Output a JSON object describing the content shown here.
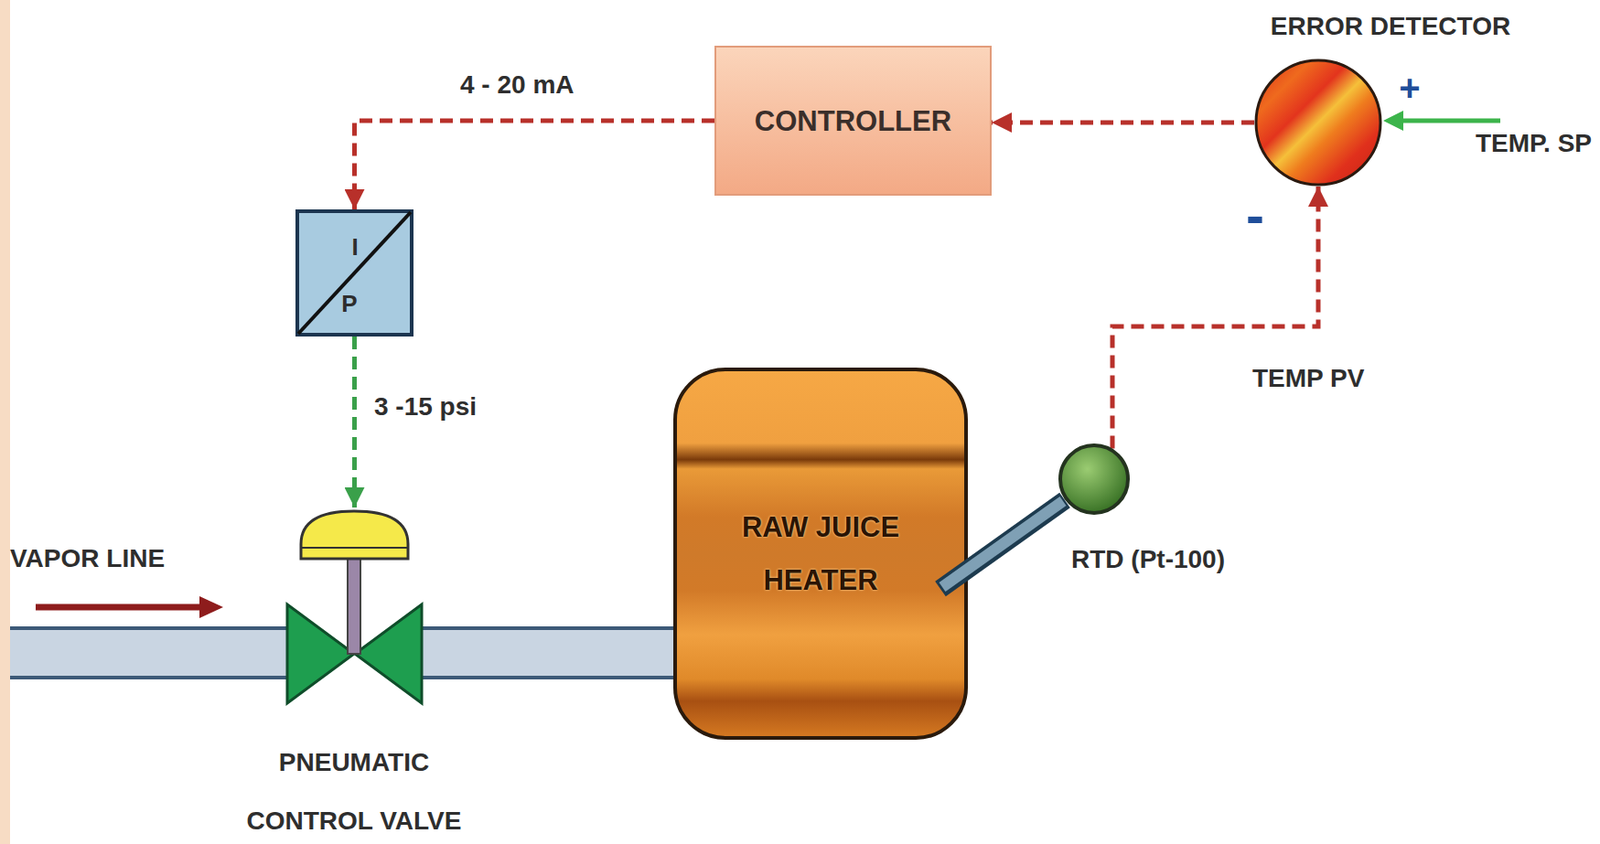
{
  "diagram": {
    "nodes": [
      {
        "text": [
          "ERROR DETECTOR"
        ]
      },
      {
        "text": [
          "CONTROLLER"
        ]
      },
      {
        "text": [
          "I",
          "P"
        ]
      },
      {
        "text": [
          "RAW JUICE HEATER"
        ]
      },
      {
        "text": [
          "RTD (Pt-100)"
        ]
      },
      {
        "text": [
          "PNEUMATIC CONTROL VALVE"
        ]
      }
    ],
    "edges": [
      {
        "from": 0,
        "to": 1,
        "arrow": "to"
      },
      {
        "from": 1,
        "to": 2,
        "label": "4 - 20 mA",
        "arrow": "to"
      },
      {
        "from": 2,
        "to": 5,
        "label": "3 -15 psi",
        "arrow": "to"
      },
      {
        "from": 5,
        "to": 3,
        "arrow": "none"
      },
      {
        "from": 4,
        "to": 0,
        "label": "TEMP PV",
        "arrow": "to"
      }
    ],
    "labels": [
      "VAPOR LINE",
      "TEMP. SP",
      "+",
      "-"
    ]
  }
}
